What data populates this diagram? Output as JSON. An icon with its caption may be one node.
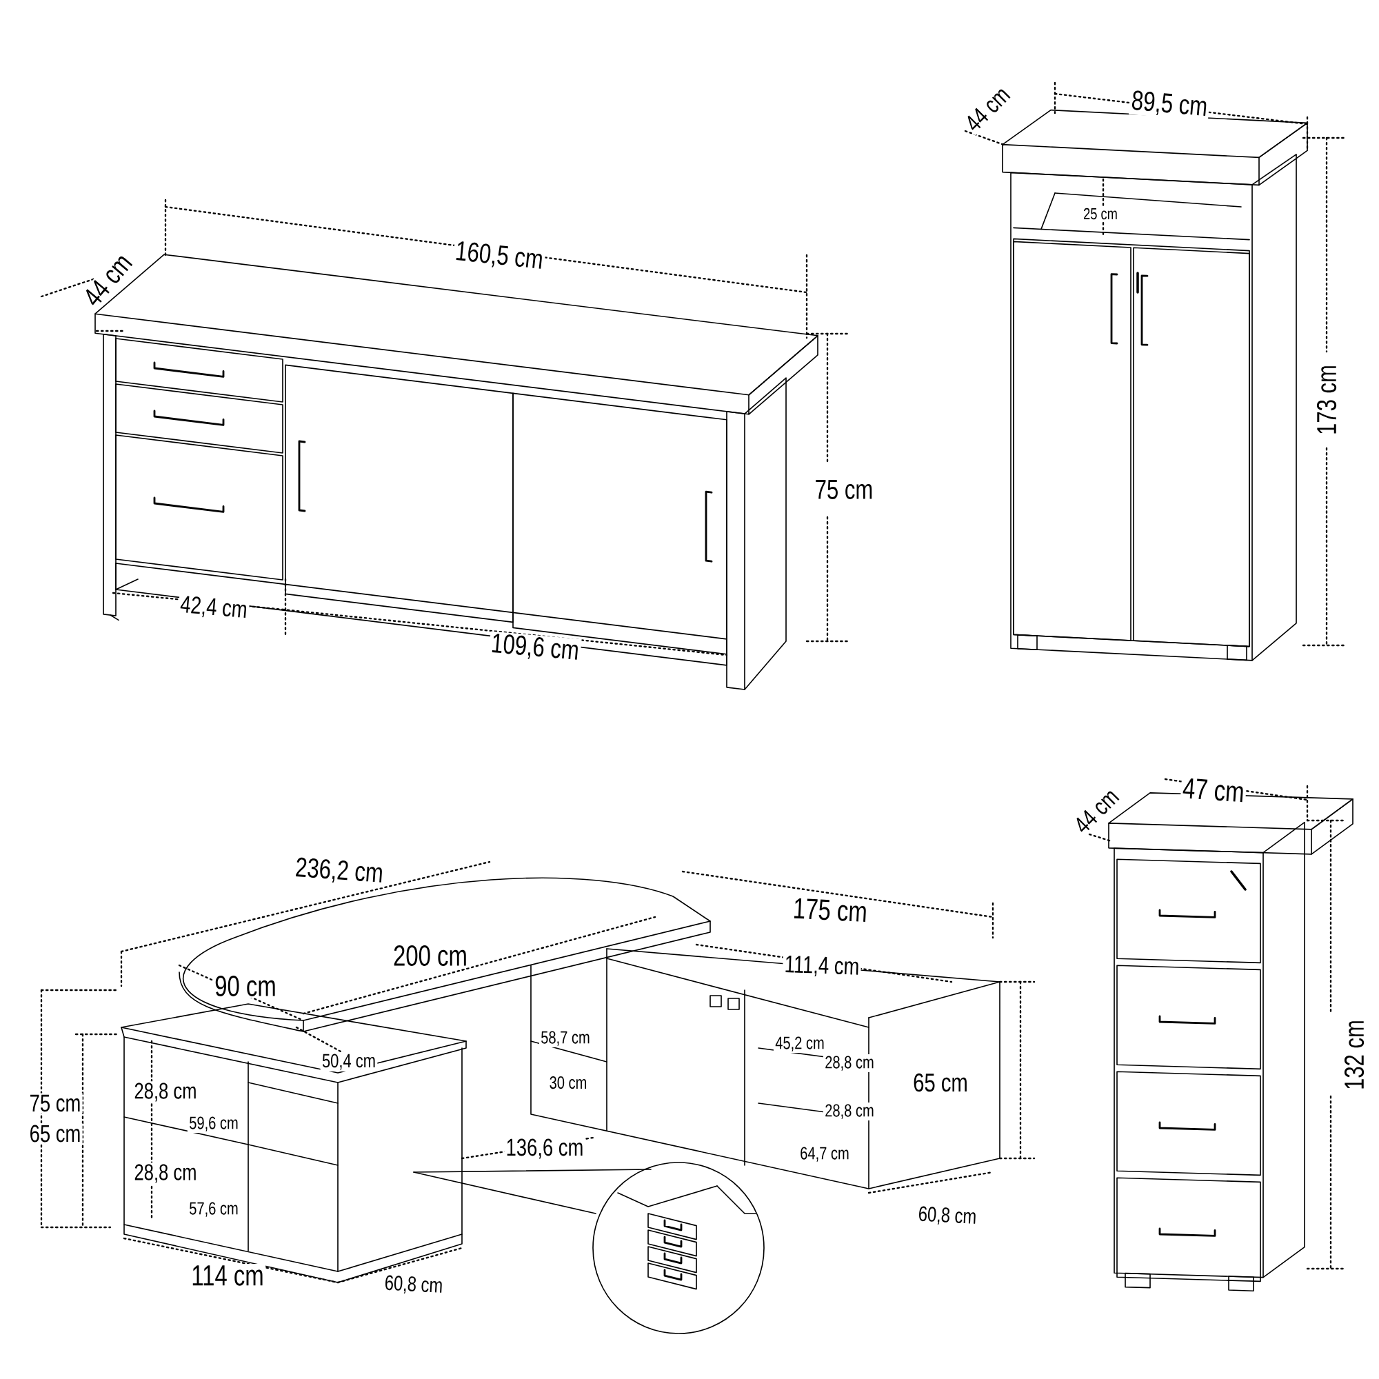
{
  "diagram": {
    "labels": [
      "44 cm",
      "160,5 cm",
      "75 cm",
      "42,4 cm",
      "109,6 cm",
      "44 cm",
      "89,5 cm",
      "25 cm",
      "173 cm",
      "236,2 cm",
      "175 cm",
      "47 cm",
      "44 cm",
      "200 cm",
      "111,4 cm",
      "90 cm",
      "132 cm",
      "58,7 cm",
      "50,4 cm",
      "45,2 cm",
      "28,8 cm",
      "75 cm",
      "65 cm",
      "28,8 cm",
      "30 cm",
      "59,6 cm",
      "65 cm",
      "28,8 cm",
      "64,7 cm",
      "136,6 cm",
      "28,8 cm",
      "57,6 cm",
      "60,8 cm",
      "114 cm",
      "60,8 cm"
    ]
  }
}
